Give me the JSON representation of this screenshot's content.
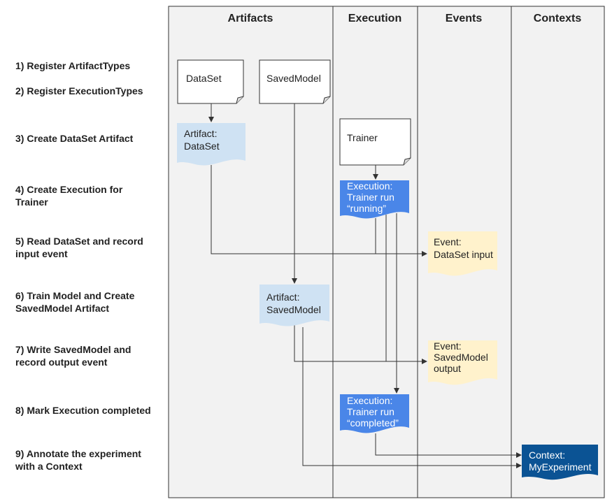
{
  "columns": [
    "Artifacts",
    "Execution",
    "Events",
    "Contexts"
  ],
  "steps": [
    [
      "1) Register ArtifactTypes"
    ],
    [
      "2) Register ExecutionTypes"
    ],
    [
      "3) Create DataSet Artifact"
    ],
    [
      "4) Create Execution for",
      "Trainer"
    ],
    [
      "5) Read DataSet and record",
      "input event"
    ],
    [
      "6) Train Model and Create",
      "SavedModel Artifact"
    ],
    [
      "7) Write SavedModel and",
      "record output event"
    ],
    [
      "8) Mark Execution completed"
    ],
    [
      "9) Annotate the experiment",
      "with a Context"
    ]
  ],
  "types": {
    "dataset": [
      "DataSet"
    ],
    "savedmodel": [
      "SavedModel"
    ],
    "trainer": [
      "Trainer"
    ]
  },
  "artifacts": {
    "dataset": [
      "Artifact:",
      "DataSet"
    ],
    "savedmodel": [
      "Artifact:",
      "SavedModel"
    ]
  },
  "executions": {
    "running": [
      "Execution:",
      "Trainer run",
      "“running”"
    ],
    "completed": [
      "Execution:",
      "Trainer run",
      "“completed”"
    ]
  },
  "events": {
    "input": [
      "Event:",
      "DataSet input"
    ],
    "output": [
      "Event:",
      "SavedModel",
      "output"
    ]
  },
  "context": [
    "Context:",
    "MyExperiment"
  ],
  "colors": {
    "panel_bg": "#f2f2f2",
    "grid_line": "#333333",
    "artifact_fill": "#cfe2f3",
    "execution_fill": "#4a86e8",
    "event_fill": "#fff2cc",
    "context_fill": "#0b5394",
    "type_fill": "#ffffff",
    "text_dark": "#222222",
    "text_light": "#ffffff"
  }
}
